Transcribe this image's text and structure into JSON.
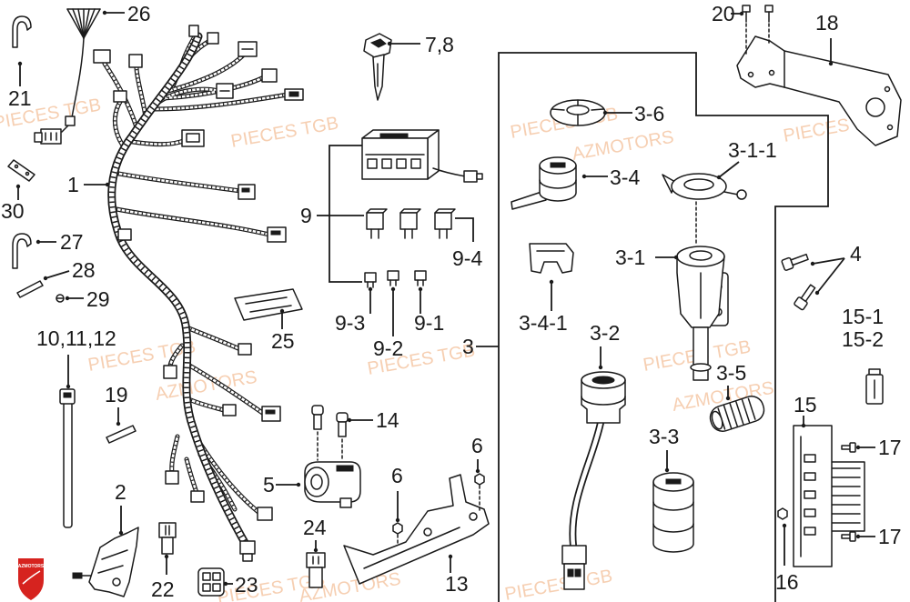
{
  "callouts": {
    "c26": "26",
    "c21": "21",
    "c1": "1",
    "c30": "30",
    "c27": "27",
    "c28": "28",
    "c29": "29",
    "c10_11_12": "10,11,12",
    "c19": "19",
    "c2": "2",
    "c22": "22",
    "c23": "23",
    "c25": "25",
    "c7_8": "7,8",
    "c9": "9",
    "c9_4": "9-4",
    "c9_3": "9-3",
    "c9_2": "9-2",
    "c9_1": "9-1",
    "c14": "14",
    "c5": "5",
    "c24": "24",
    "c13": "13",
    "c6a": "6",
    "c6b": "6",
    "c3_6": "3-6",
    "c3_4": "3-4",
    "c3_1_1": "3-1-1",
    "c3_1": "3-1",
    "c3_4_1": "3-4-1",
    "c3_2": "3-2",
    "c3_5": "3-5",
    "c3_3": "3-3",
    "c3": "3",
    "c20": "20",
    "c18": "18",
    "c4": "4",
    "c15_1": "15-1",
    "c15_2": "15-2",
    "c15": "15",
    "c17a": "17",
    "c17b": "17",
    "c16": "16"
  },
  "watermarks": {
    "pieces": "PIECES TGB",
    "azmotors": "AZMOTORS"
  },
  "logo": {
    "text": "AZMOTORS",
    "color": "#d6231f"
  },
  "colors": {
    "line": "#1a1a1a",
    "watermark": "#f3bf99",
    "background": "#ffffff"
  }
}
